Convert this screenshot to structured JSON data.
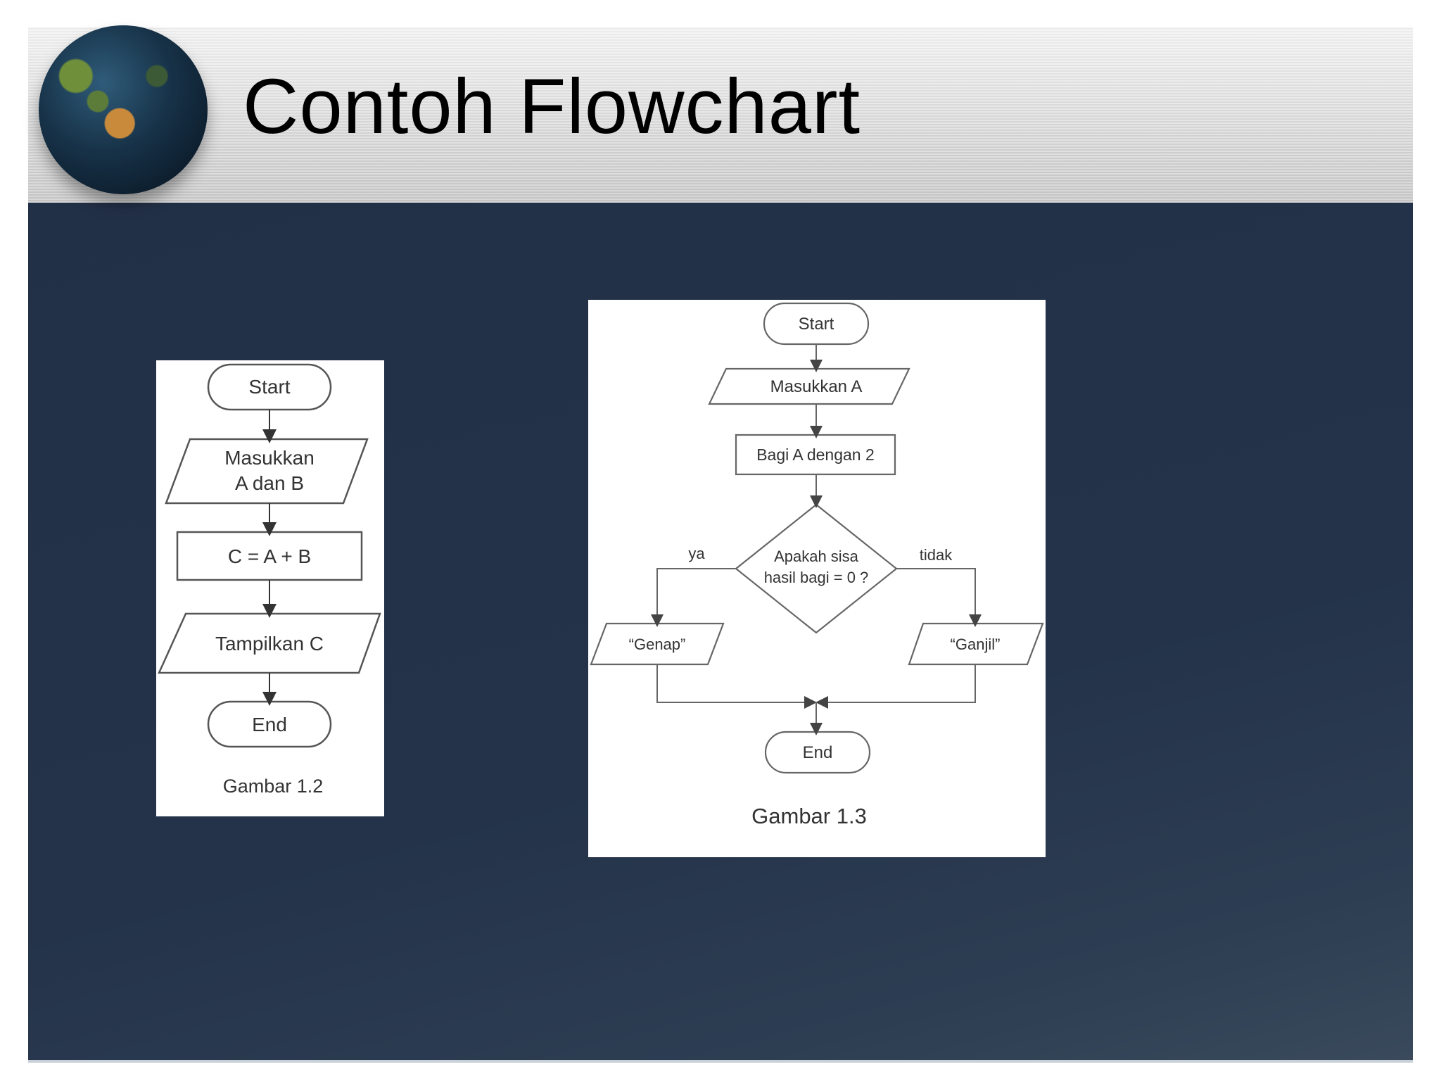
{
  "slide": {
    "title": "Contoh Flowchart"
  },
  "figure_left": {
    "start": "Start",
    "input_line1": "Masukkan",
    "input_line2": "A dan B",
    "process": "C = A + B",
    "output": "Tampilkan C",
    "end": "End",
    "caption": "Gambar 1.2"
  },
  "figure_right": {
    "start": "Start",
    "input": "Masukkan A",
    "process": "Bagi A dengan 2",
    "decision_line1": "Apakah sisa",
    "decision_line2": "hasil bagi = 0 ?",
    "yes_label": "ya",
    "no_label": "tidak",
    "output_yes": "“Genap”",
    "output_no": "“Ganjil”",
    "end": "End",
    "caption": "Gambar 1.3"
  }
}
